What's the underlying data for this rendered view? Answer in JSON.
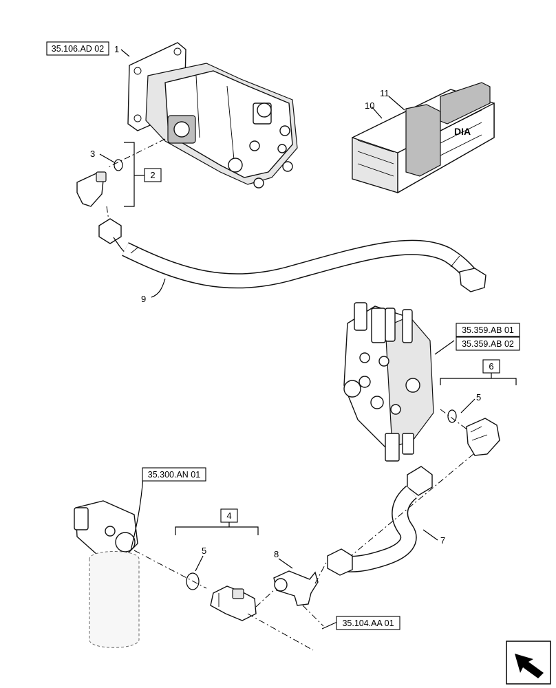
{
  "references": {
    "pump": "35.106.AD 02",
    "valve_1": "35.359.AB 01",
    "valve_2": "35.359.AB 02",
    "filter": "35.300.AN 01",
    "line": "35.104.AA 01"
  },
  "kits": {
    "kit_2": "2",
    "kit_6": "6",
    "kit_4": "4"
  },
  "callouts": {
    "c1": "1",
    "c3": "3",
    "c5a": "5",
    "c5b": "5",
    "c7": "7",
    "c8": "8",
    "c9": "9",
    "c10": "10",
    "c11": "11"
  },
  "icons": {
    "nav": "arrow-navigation-icon",
    "crate_brand": "DIA"
  }
}
